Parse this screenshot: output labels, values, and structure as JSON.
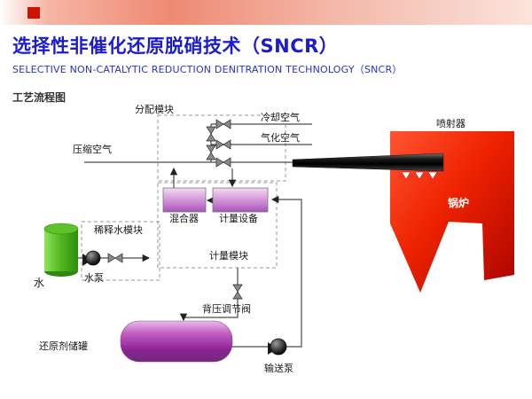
{
  "header": {
    "title_cn": "选择性非催化还原脱硝技术（SNCR）",
    "title_en": "SELECTIVE NON-CATALYTIC REDUCTION DENITRATION TECHNOLOGY（SNCR）",
    "section_label": "工艺流程图"
  },
  "colors": {
    "title_blue": "#1c1ccd",
    "banner_salmon": "#ee8a73",
    "accent_red": "#cc1400",
    "boiler_red_light": "#ff5533",
    "boiler_red_dark": "#aa0500",
    "tank_purple": "#993399",
    "module_purple": "#b868c4",
    "water_green": "#52b81e",
    "line_gray": "#4a4a4a"
  },
  "diagram": {
    "labels": {
      "distribution_module": "分配模块",
      "cooling_air": "冷却空气",
      "gasification_air": "气化空气",
      "compressed_air": "压缩空气",
      "injector": "喷射器",
      "boiler": "锅炉",
      "mixer": "混合器",
      "metering_equipment": "计量设备",
      "metering_module": "计量模块",
      "dilution_water_module": "稀释水模块",
      "water": "水",
      "water_pump": "水泵",
      "back_pressure_valve": "背压调节阀",
      "reducing_agent_tank": "还原剂储罐",
      "transfer_pump": "输送泵"
    }
  }
}
